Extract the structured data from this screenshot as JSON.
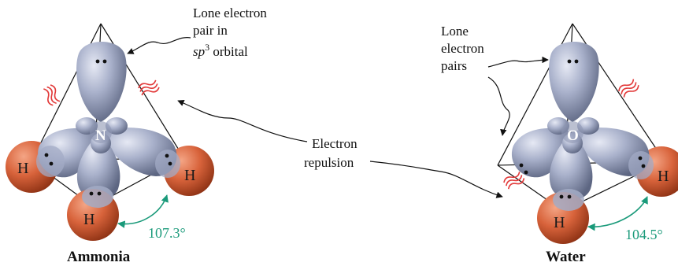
{
  "ammonia": {
    "title": "Ammonia",
    "center_atom": "N",
    "hydrogens": [
      "H",
      "H",
      "H"
    ],
    "angle": "107.3°"
  },
  "water": {
    "title": "Water",
    "center_atom": "O",
    "hydrogens": [
      "H",
      "H"
    ],
    "angle": "104.5°"
  },
  "labels": {
    "lone_pair_sp3_line1": "Lone electron",
    "lone_pair_sp3_line2": "pair in",
    "lone_pair_sp3_line3_italic": "sp",
    "lone_pair_sp3_line3_sup": "3",
    "lone_pair_sp3_line3_rest": " orbital",
    "lone_pairs_line1": "Lone",
    "lone_pairs_line2": "electron",
    "lone_pairs_line3": "pairs",
    "repulsion_line1": "Electron",
    "repulsion_line2": "repulsion"
  },
  "colors": {
    "orbital": "#a3abc6",
    "hydrogen": "#d8633b",
    "angle": "#1a9a7a",
    "repulsion": "#e23a3a"
  }
}
